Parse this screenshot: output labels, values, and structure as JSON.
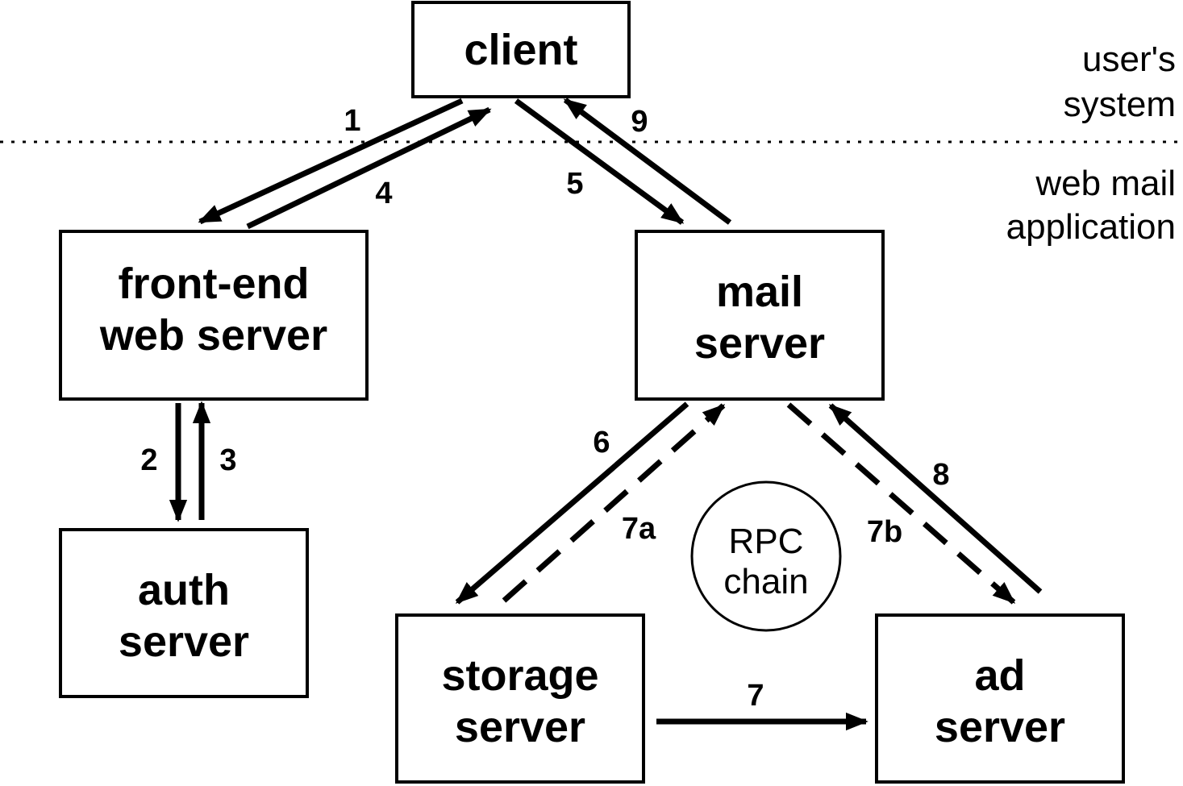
{
  "nodes": {
    "client": {
      "lines": [
        "client"
      ]
    },
    "frontend": {
      "lines": [
        "front-end",
        "web server"
      ]
    },
    "mail": {
      "lines": [
        "mail",
        "server"
      ]
    },
    "auth": {
      "lines": [
        "auth",
        "server"
      ]
    },
    "storage": {
      "lines": [
        "storage",
        "server"
      ]
    },
    "ad": {
      "lines": [
        "ad",
        "server"
      ]
    }
  },
  "zones": {
    "user": [
      "user's",
      "system"
    ],
    "webmail": [
      "web mail",
      "application"
    ]
  },
  "rpc": [
    "RPC",
    "chain"
  ],
  "steps": {
    "s1": "1",
    "s2": "2",
    "s3": "3",
    "s4": "4",
    "s5": "5",
    "s6": "6",
    "s7": "7",
    "s7a": "7a",
    "s7b": "7b",
    "s8": "8",
    "s9": "9"
  },
  "colors": {
    "stroke": "#000000",
    "background": "#ffffff"
  }
}
